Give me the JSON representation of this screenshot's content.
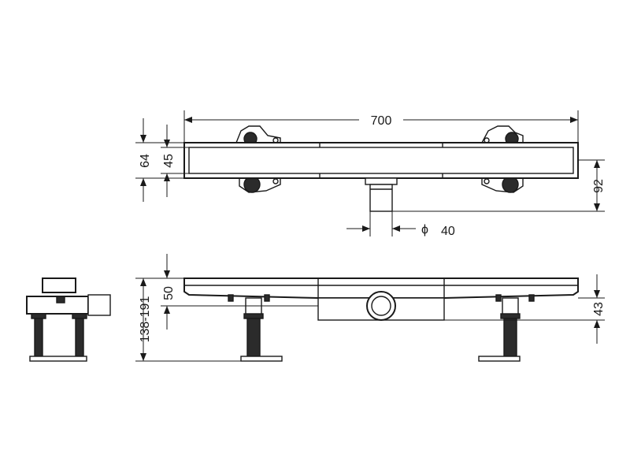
{
  "dimensions": {
    "overall_length": "700",
    "total_height": "64",
    "channel_height": "45",
    "outlet_depth": "92",
    "outlet_diameter_symbol": "ϕ",
    "outlet_diameter": "40",
    "side_height": "50",
    "outlet_height": "43",
    "installation_height": "138-191"
  },
  "colors": {
    "line": "#1a1a1a",
    "fill": "#2b2b2b",
    "background": "#ffffff"
  }
}
